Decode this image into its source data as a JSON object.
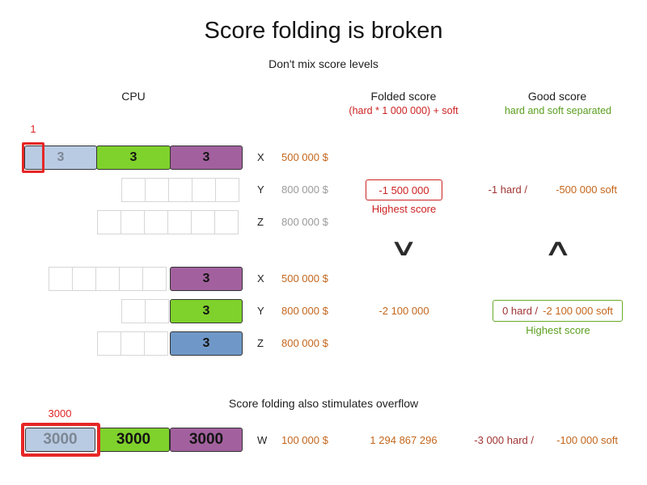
{
  "title": "Score folding is broken",
  "subtitle": "Don't mix score levels",
  "headers": {
    "cpu": "CPU",
    "folded_label": "Folded score",
    "folded_sub": "(hard * 1 000 000) + soft",
    "good_label": "Good score",
    "good_sub": "hard and soft separated"
  },
  "scenario1": {
    "overload_marker": "1",
    "x": {
      "label": "X",
      "cost": "500 000 $",
      "segments": [
        "3",
        "3",
        "3"
      ]
    },
    "y": {
      "label": "Y",
      "cost": "800 000 $",
      "folded_score": "-1 500 000",
      "folded_note": "Highest score",
      "good_hard": "-1 hard /",
      "good_soft": "-500 000 soft"
    },
    "z": {
      "label": "Z",
      "cost": "800 000 $"
    }
  },
  "comparison": {
    "folded_worse": "∨",
    "good_better": "∧"
  },
  "scenario2": {
    "x": {
      "label": "X",
      "cost": "500 000 $",
      "segment": "3"
    },
    "y": {
      "label": "Y",
      "cost": "800 000 $",
      "segment": "3",
      "folded_score": "-2 100 000",
      "good_hard": "0 hard /",
      "good_soft": "-2 100 000 soft",
      "good_note": "Highest score"
    },
    "z": {
      "label": "Z",
      "cost": "800 000 $",
      "segment": "3"
    }
  },
  "overflow": {
    "subtitle": "Score folding also stimulates overflow",
    "overload_marker": "3000",
    "w": {
      "label": "W",
      "cost": "100 000 $",
      "segments": [
        "3000",
        "3000",
        "3000"
      ],
      "folded_score": "1 294 867 296",
      "good_hard": "-3 000 hard /",
      "good_soft": "-100 000 soft"
    }
  },
  "colors": {
    "accent_red": "#e62626",
    "score_red": "#cc2222",
    "hard_dark_red": "#a03434",
    "soft_orange": "#c4661c",
    "good_green": "#5a9e1f",
    "block_lightblue": "#b9cbe3",
    "block_green": "#7fd12c",
    "block_purple": "#a2619e",
    "block_blue": "#6f98c8"
  }
}
